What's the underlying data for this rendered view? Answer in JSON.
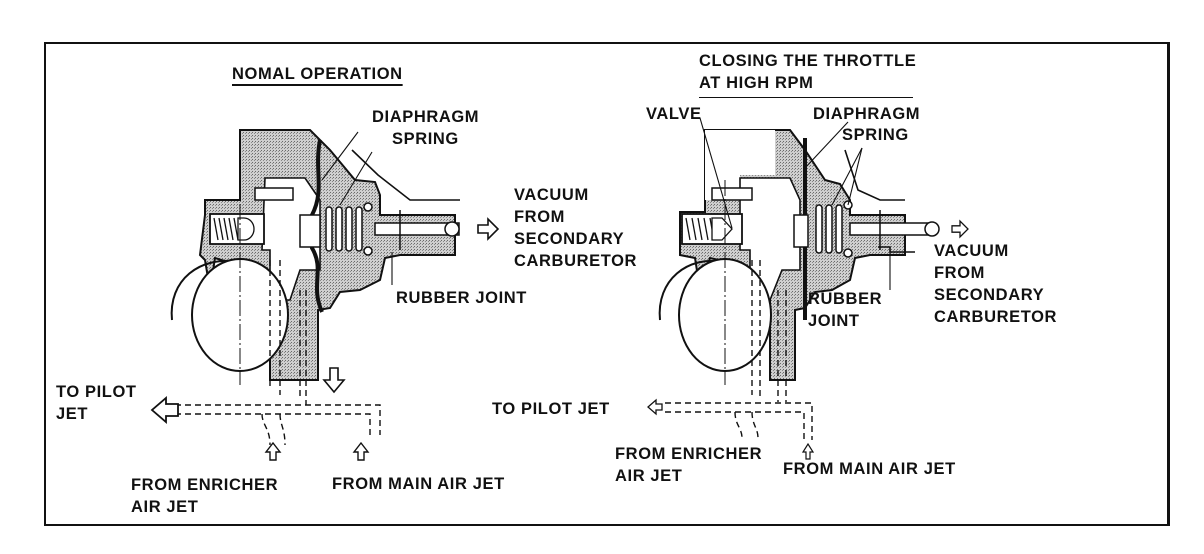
{
  "figure": {
    "panels": [
      {
        "id": "normal",
        "title": "NOMAL OPERATION",
        "labels": {
          "diaphragm": "DIAPHRAGM",
          "spring": "SPRING",
          "vacuum": [
            "VACUUM",
            "FROM",
            "SECONDARY",
            "CARBURETOR"
          ],
          "rubber_joint": "RUBBER JOINT",
          "to_pilot_jet": [
            "TO PILOT",
            "JET"
          ],
          "from_enricher": [
            "FROM ENRICHER",
            "AIR JET"
          ],
          "from_main_air_jet": "FROM MAIN AIR JET"
        }
      },
      {
        "id": "closing",
        "title": [
          "CLOSING THE THROTTLE",
          "AT HIGH RPM"
        ],
        "labels": {
          "valve": "VALVE",
          "diaphragm": "DIAPHRAGM",
          "spring": "SPRING",
          "vacuum": [
            "VACUUM",
            "FROM",
            "SECONDARY",
            "CARBURETOR"
          ],
          "rubber_joint": [
            "RUBBER",
            "JOINT"
          ],
          "to_pilot_jet": "TO PILOT JET",
          "from_enricher": [
            "FROM ENRICHER",
            "AIR JET"
          ],
          "from_main_air_jet": "FROM MAIN AIR JET"
        }
      }
    ],
    "flow_arrows": {
      "normal": [
        "vacuum-out",
        "to-pilot-jet",
        "enricher-in",
        "main-air-in",
        "downward-feed"
      ],
      "closing": [
        "vacuum-out",
        "to-pilot-jet",
        "main-air-in"
      ]
    },
    "colors": {
      "ink": "#111111",
      "stipple": "#9a9a9a",
      "paper": "#ffffff"
    }
  }
}
